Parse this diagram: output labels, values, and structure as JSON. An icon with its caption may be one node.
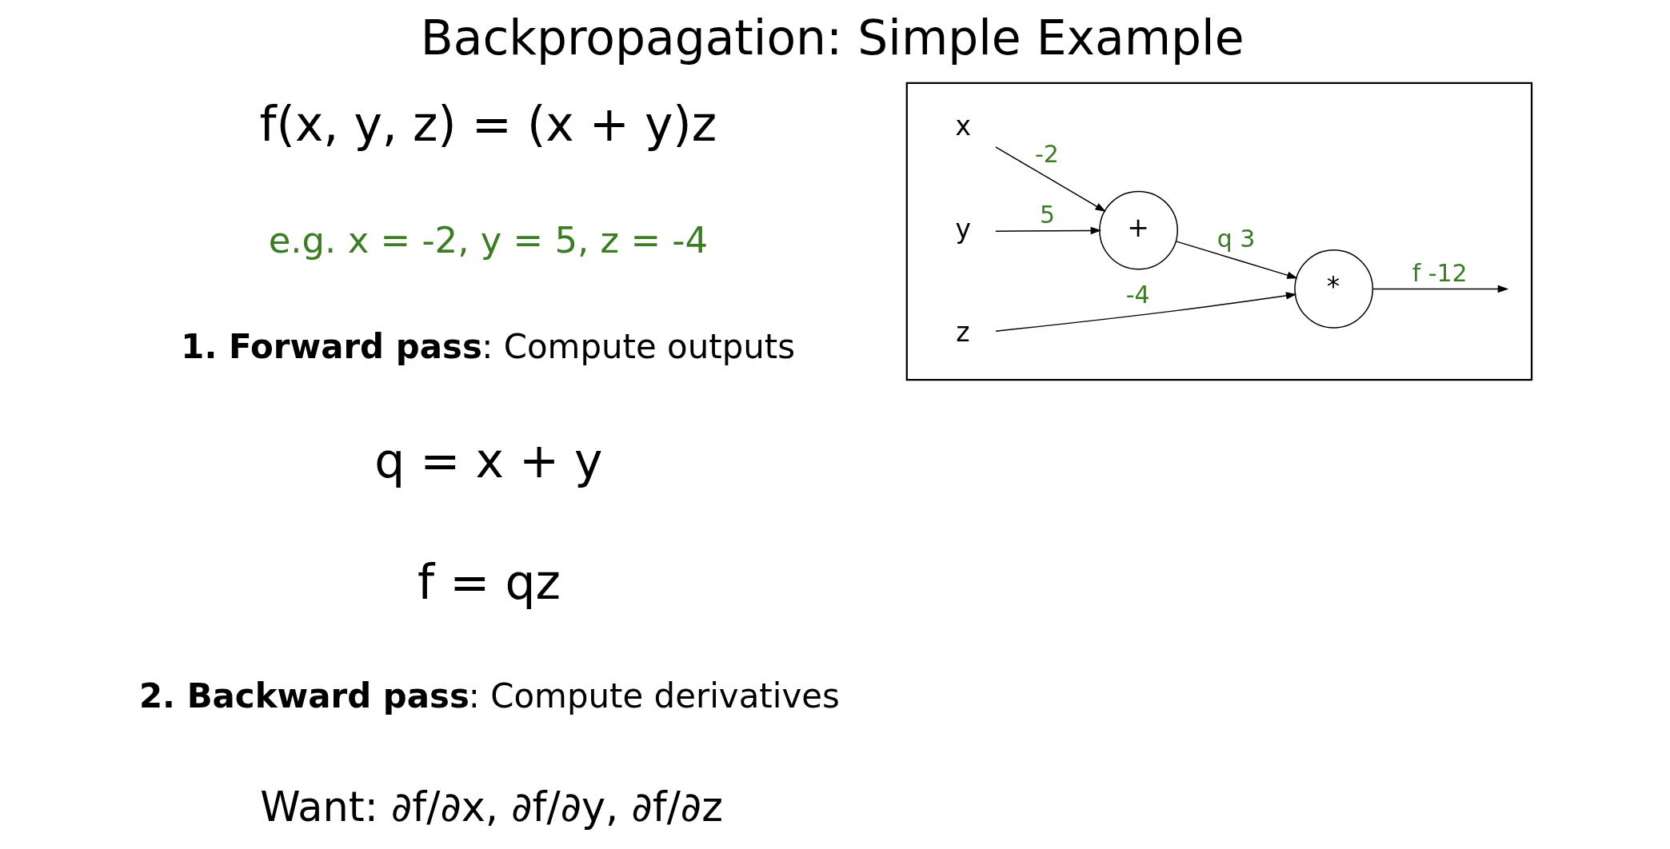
{
  "diagram": {
    "title": "Backpropagation: Simple Example",
    "nodes": [
      {
        "text": [],
        "shape": "box"
      },
      {
        "text": [
          "x"
        ],
        "in": 0
      },
      {
        "text": [
          "y"
        ],
        "in": 0
      },
      {
        "text": [
          "z"
        ],
        "in": 0
      },
      {
        "text": [
          "+"
        ],
        "in": 0
      },
      {
        "text": [
          "*"
        ],
        "in": 0
      }
    ],
    "edges": [
      {
        "from": 1,
        "to": 4,
        "arrow": "to",
        "label": "-2"
      },
      {
        "from": 2,
        "to": 4,
        "arrow": "to",
        "label": "5"
      },
      {
        "from": 4,
        "to": 5,
        "arrow": "to",
        "label": "q 3"
      },
      {
        "from": 3,
        "to": 5,
        "arrow": "to",
        "label": "-4"
      },
      {
        "from": 5,
        "to": null,
        "arrow": "to",
        "label": "f -12"
      }
    ],
    "labels": [
      "f(x, y, z) = (x + y)z",
      "e.g. x = -2, y = 5, z = -4",
      "**1. Forward pass**: Compute outputs",
      "q = x + y",
      "f = qz",
      "**2. Backward pass**: Compute derivatives",
      "Want: ∂f/∂x, ∂f/∂y, ∂f/∂z"
    ]
  }
}
